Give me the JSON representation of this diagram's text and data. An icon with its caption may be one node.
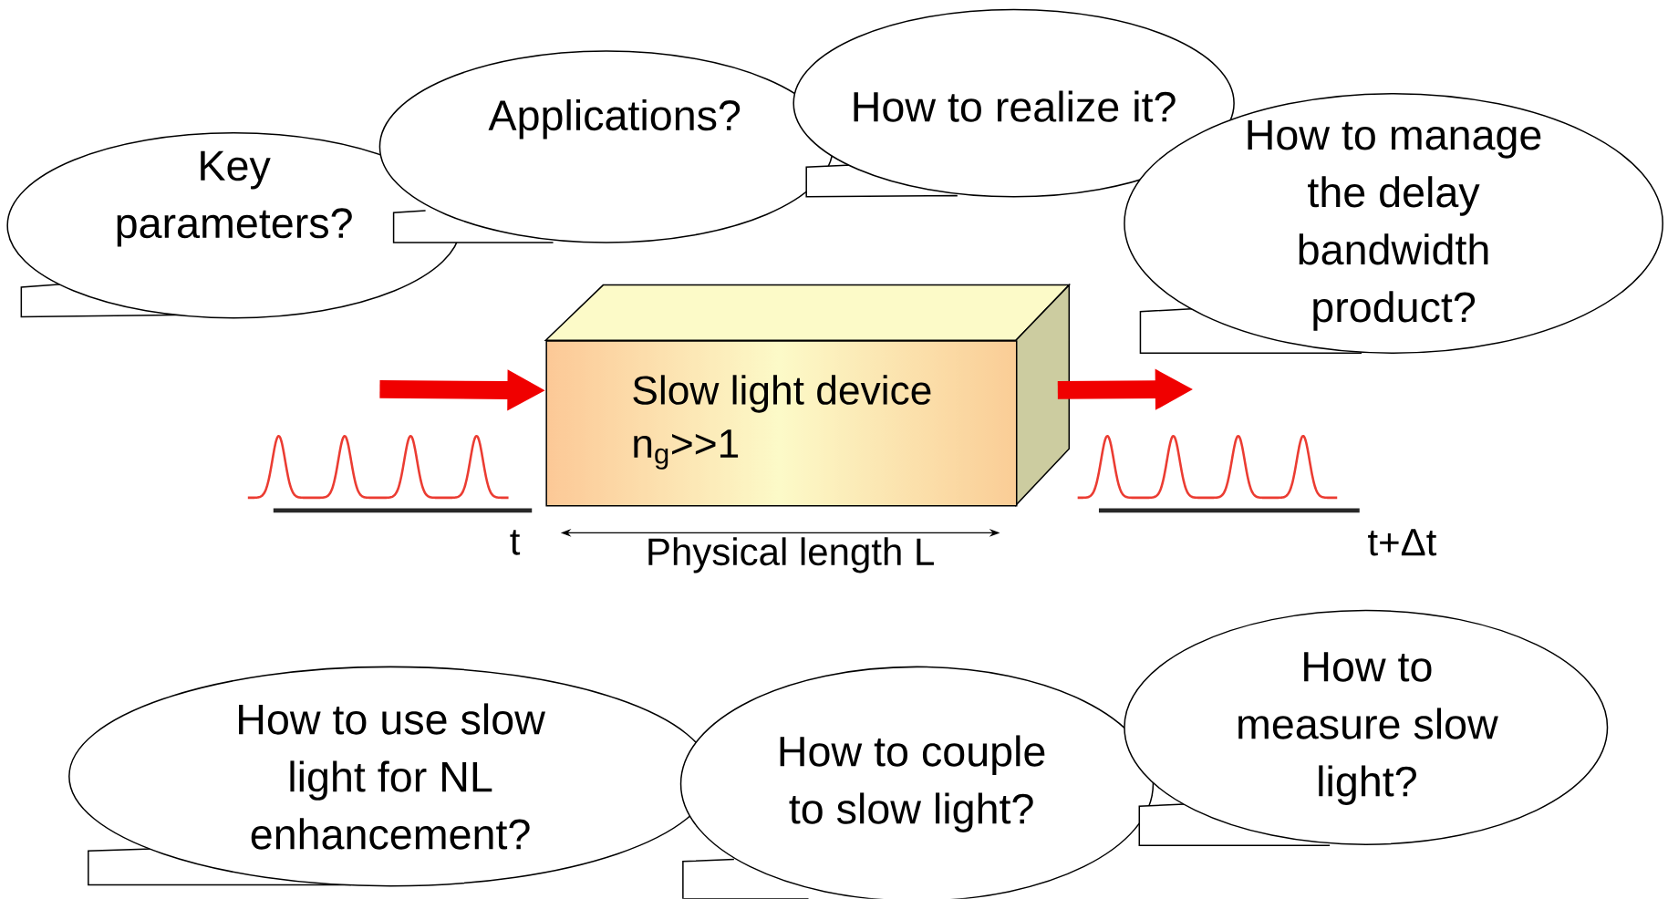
{
  "diagram": {
    "nodes": [
      {
        "text": [
          "Key parameters?"
        ]
      },
      {
        "text": [
          "Applications?"
        ]
      },
      {
        "text": [
          "How to realize it?"
        ]
      },
      {
        "text": [
          "How to manage the delay bandwidth product?"
        ]
      },
      {
        "text": [
          "How to use slow light for NL enhancement?"
        ]
      },
      {
        "text": [
          "How to couple to slow light?"
        ]
      },
      {
        "text": [
          "How to measure slow light?"
        ]
      },
      {
        "text": [
          "Slow light device",
          "n$_{g}$>>1"
        ]
      }
    ],
    "edges": [
      {
        "from": null,
        "to": 7,
        "arrow": "to"
      },
      {
        "from": 7,
        "to": null,
        "arrow": "to"
      }
    ],
    "labels": [
      "t",
      "Physical length L",
      "t+Δt"
    ]
  }
}
